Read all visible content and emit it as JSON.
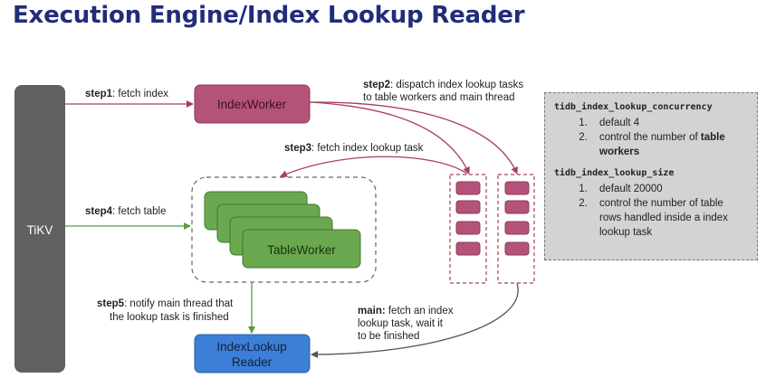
{
  "title": "Execution Engine/Index Lookup Reader",
  "nodes": {
    "tikv": "TiKV",
    "index_worker": "IndexWorker",
    "table_worker": "TableWorker",
    "index_lookup_reader_line1": "IndexLookup",
    "index_lookup_reader_line2": "Reader"
  },
  "steps": {
    "step1": {
      "bold": "step1",
      "text": ": fetch index"
    },
    "step2": {
      "bold": "step2",
      "text": ": dispatch index lookup tasks",
      "line2": "to table workers and main thread"
    },
    "step3": {
      "bold": "step3",
      "text": ": fetch index lookup task"
    },
    "step4": {
      "bold": "step4",
      "text": ": fetch table"
    },
    "step5": {
      "bold": "step5",
      "text": ": notify main thread that",
      "line2": "the lookup task is finished"
    },
    "main": {
      "bold": "main:",
      "text": " fetch an index",
      "line2": "lookup task, wait it",
      "line3": "to be finished"
    }
  },
  "notes": {
    "concurrency": {
      "param": "tidb_index_lookup_concurrency",
      "item1": "default 4",
      "item2_prefix": "control the number of ",
      "item2_bold": "table workers"
    },
    "size": {
      "param": "tidb_index_lookup_size",
      "item1": "default 20000",
      "item2": "control the number of table rows handled inside a index lookup task"
    }
  },
  "colors": {
    "title": "#1f2d7a",
    "tikv": "#606060",
    "index_worker": "#b4527a",
    "table_worker": "#6aa84f",
    "reader": "#3d7fd6",
    "task_arrow": "#a9405a",
    "fetch_table_arrow": "#5b9a3f",
    "main_arrow": "#555555"
  }
}
